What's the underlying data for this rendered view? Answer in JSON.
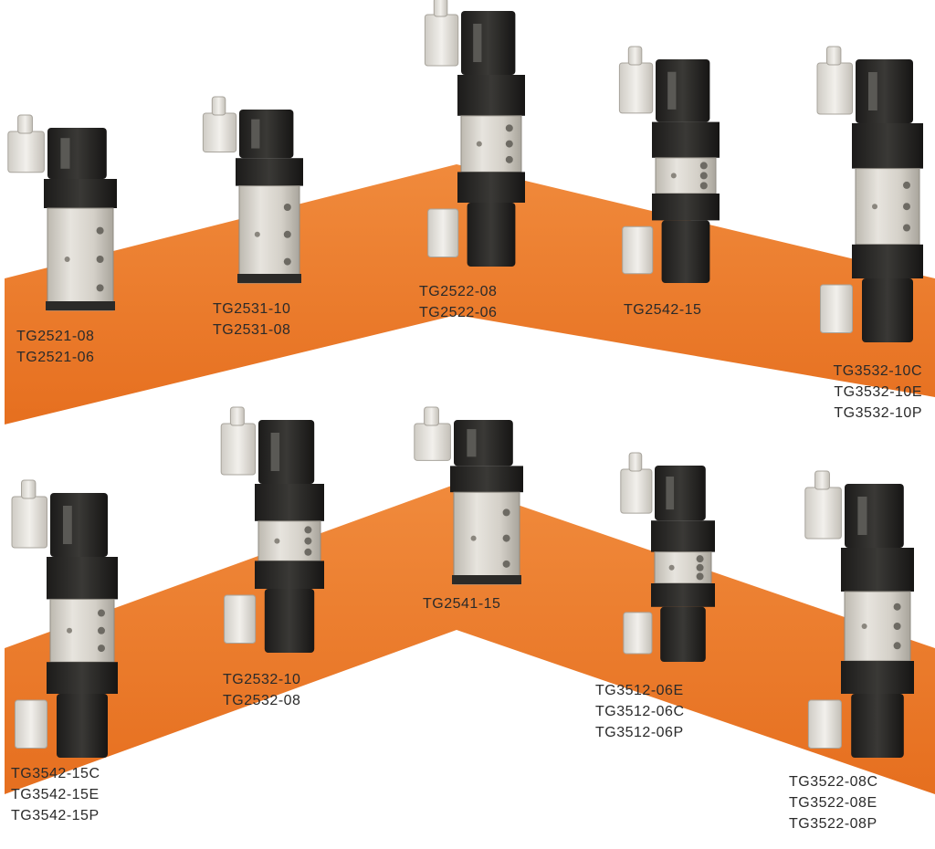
{
  "colors": {
    "band": "#ee7a2a",
    "band_shadow": "#c85f18",
    "body_metal": "#d9d6cf",
    "body_metal_dark": "#b9b5ac",
    "coil": "#2b2a28",
    "connector": "#e6e4de",
    "label": "#2a2a2a"
  },
  "products": [
    {
      "id": "v1",
      "icon": "solenoid-valve-icon",
      "labels": [
        "TG2521-08",
        "TG2521-06"
      ]
    },
    {
      "id": "v2",
      "icon": "solenoid-valve-icon",
      "labels": [
        "TG2531-10",
        "TG2531-08"
      ]
    },
    {
      "id": "v3",
      "icon": "solenoid-valve-icon",
      "labels": [
        "TG2522-08",
        "TG2522-06"
      ]
    },
    {
      "id": "v4",
      "icon": "solenoid-valve-icon",
      "labels": [
        "TG2542-15"
      ]
    },
    {
      "id": "v5",
      "icon": "solenoid-valve-icon",
      "labels": [
        "TG3532-10C",
        "TG3532-10E",
        "TG3532-10P"
      ]
    },
    {
      "id": "v6",
      "icon": "solenoid-valve-icon",
      "labels": [
        "TG3542-15C",
        "TG3542-15E",
        "TG3542-15P"
      ]
    },
    {
      "id": "v7",
      "icon": "solenoid-valve-icon",
      "labels": [
        "TG2532-10",
        "TG2532-08"
      ]
    },
    {
      "id": "v8",
      "icon": "solenoid-valve-icon",
      "labels": [
        "TG2541-15"
      ]
    },
    {
      "id": "v9",
      "icon": "solenoid-valve-icon",
      "labels": [
        "TG3512-06E",
        "TG3512-06C",
        "TG3512-06P"
      ]
    },
    {
      "id": "v10",
      "icon": "solenoid-valve-icon",
      "labels": [
        "TG3522-08C",
        "TG3522-08E",
        "TG3522-08P"
      ]
    }
  ]
}
